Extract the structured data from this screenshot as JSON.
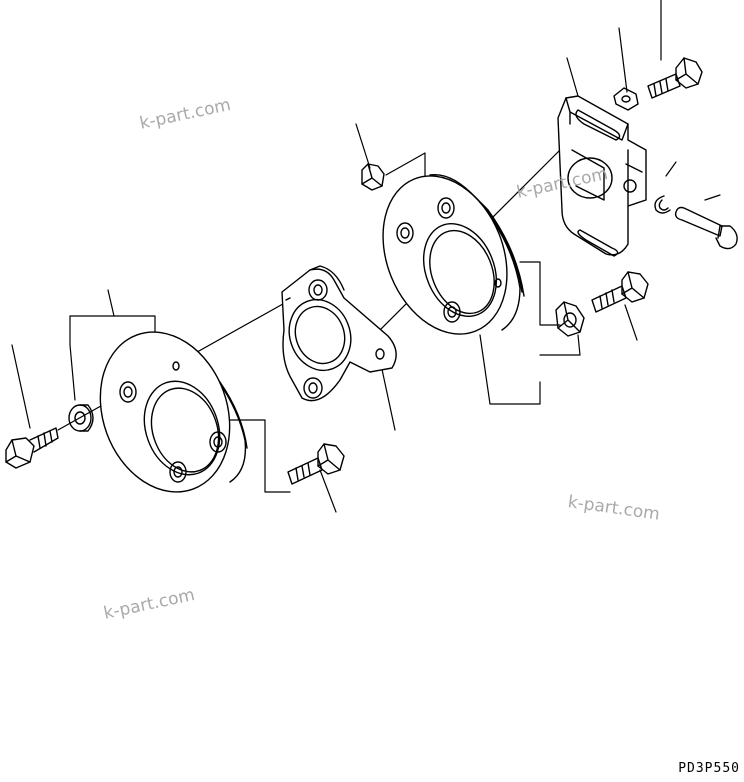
{
  "watermark": "k-part.com",
  "drawing_code": "PD3P550",
  "colors": {
    "line": "#000000",
    "watermark": "#a9a9a9",
    "background": "#ffffff"
  },
  "parts": [
    {
      "name": "left-bolt",
      "icon": "bolt-icon"
    },
    {
      "name": "left-washer",
      "icon": "washer-icon"
    },
    {
      "name": "left-flange-plate",
      "icon": "flange-plate-icon"
    },
    {
      "name": "lower-stud-bolt",
      "icon": "bolt-icon"
    },
    {
      "name": "flange-housing",
      "icon": "housing-icon"
    },
    {
      "name": "right-flange-plate",
      "icon": "flange-plate-icon"
    },
    {
      "name": "upper-nut",
      "icon": "nut-icon"
    },
    {
      "name": "lower-nut",
      "icon": "nut-icon"
    },
    {
      "name": "right-stud-bolt",
      "icon": "bolt-icon"
    },
    {
      "name": "bracket-block",
      "icon": "bracket-icon"
    },
    {
      "name": "top-washer",
      "icon": "washer-icon"
    },
    {
      "name": "top-bolt",
      "icon": "bolt-icon"
    },
    {
      "name": "snap-ring",
      "icon": "snap-ring-icon"
    },
    {
      "name": "pin-bolt",
      "icon": "bolt-icon"
    }
  ]
}
